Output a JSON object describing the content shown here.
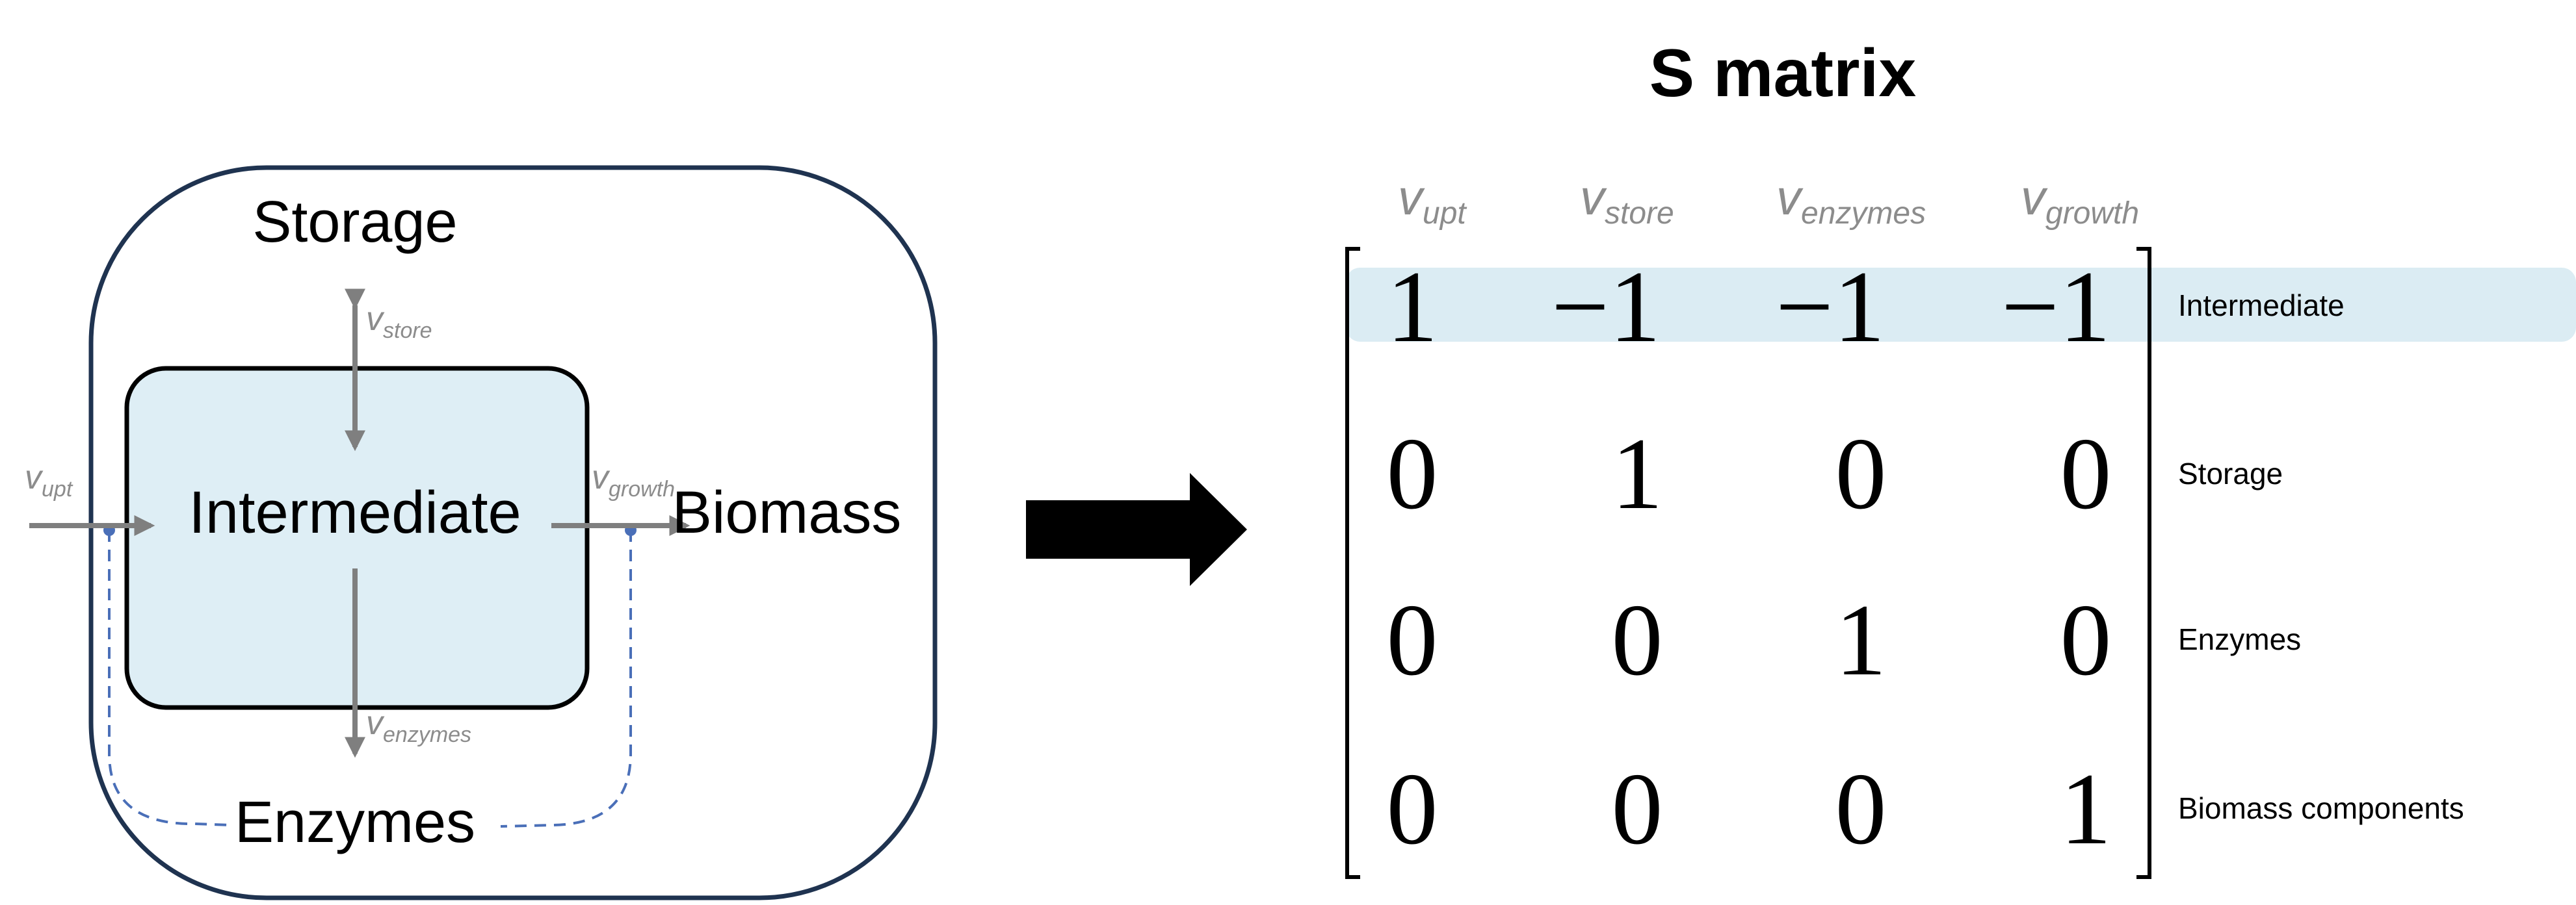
{
  "diagram": {
    "storage": "Storage",
    "intermediate": "Intermediate",
    "biomass": "Biomass",
    "enzymes": "Enzymes",
    "fluxes": {
      "upt": {
        "v": "v",
        "sub": "upt"
      },
      "store": {
        "v": "v",
        "sub": "store"
      },
      "growth": {
        "v": "v",
        "sub": "growth"
      },
      "enzymes": {
        "v": "v",
        "sub": "enzymes"
      }
    }
  },
  "matrix": {
    "title": "S matrix",
    "columns": [
      {
        "v": "v",
        "sub": "upt"
      },
      {
        "v": "v",
        "sub": "store"
      },
      {
        "v": "v",
        "sub": "enzymes"
      },
      {
        "v": "v",
        "sub": "growth"
      }
    ],
    "rows": [
      {
        "label": "Intermediate",
        "values": [
          "1",
          "−1",
          "−1",
          "−1"
        ]
      },
      {
        "label": "Storage",
        "values": [
          "0",
          "1",
          "0",
          "0"
        ]
      },
      {
        "label": "Enzymes",
        "values": [
          "0",
          "0",
          "1",
          "0"
        ]
      },
      {
        "label": "Biomass components",
        "values": [
          "0",
          "0",
          "0",
          "1"
        ]
      }
    ]
  },
  "colors": {
    "outline": "#1f3350",
    "intermediate_fill": "#deeef5",
    "arrow_gray": "#7f7f7f",
    "dashed_blue": "#4a6fb8",
    "highlight": "#dbecf3",
    "label_gray": "#8c8c8c"
  }
}
